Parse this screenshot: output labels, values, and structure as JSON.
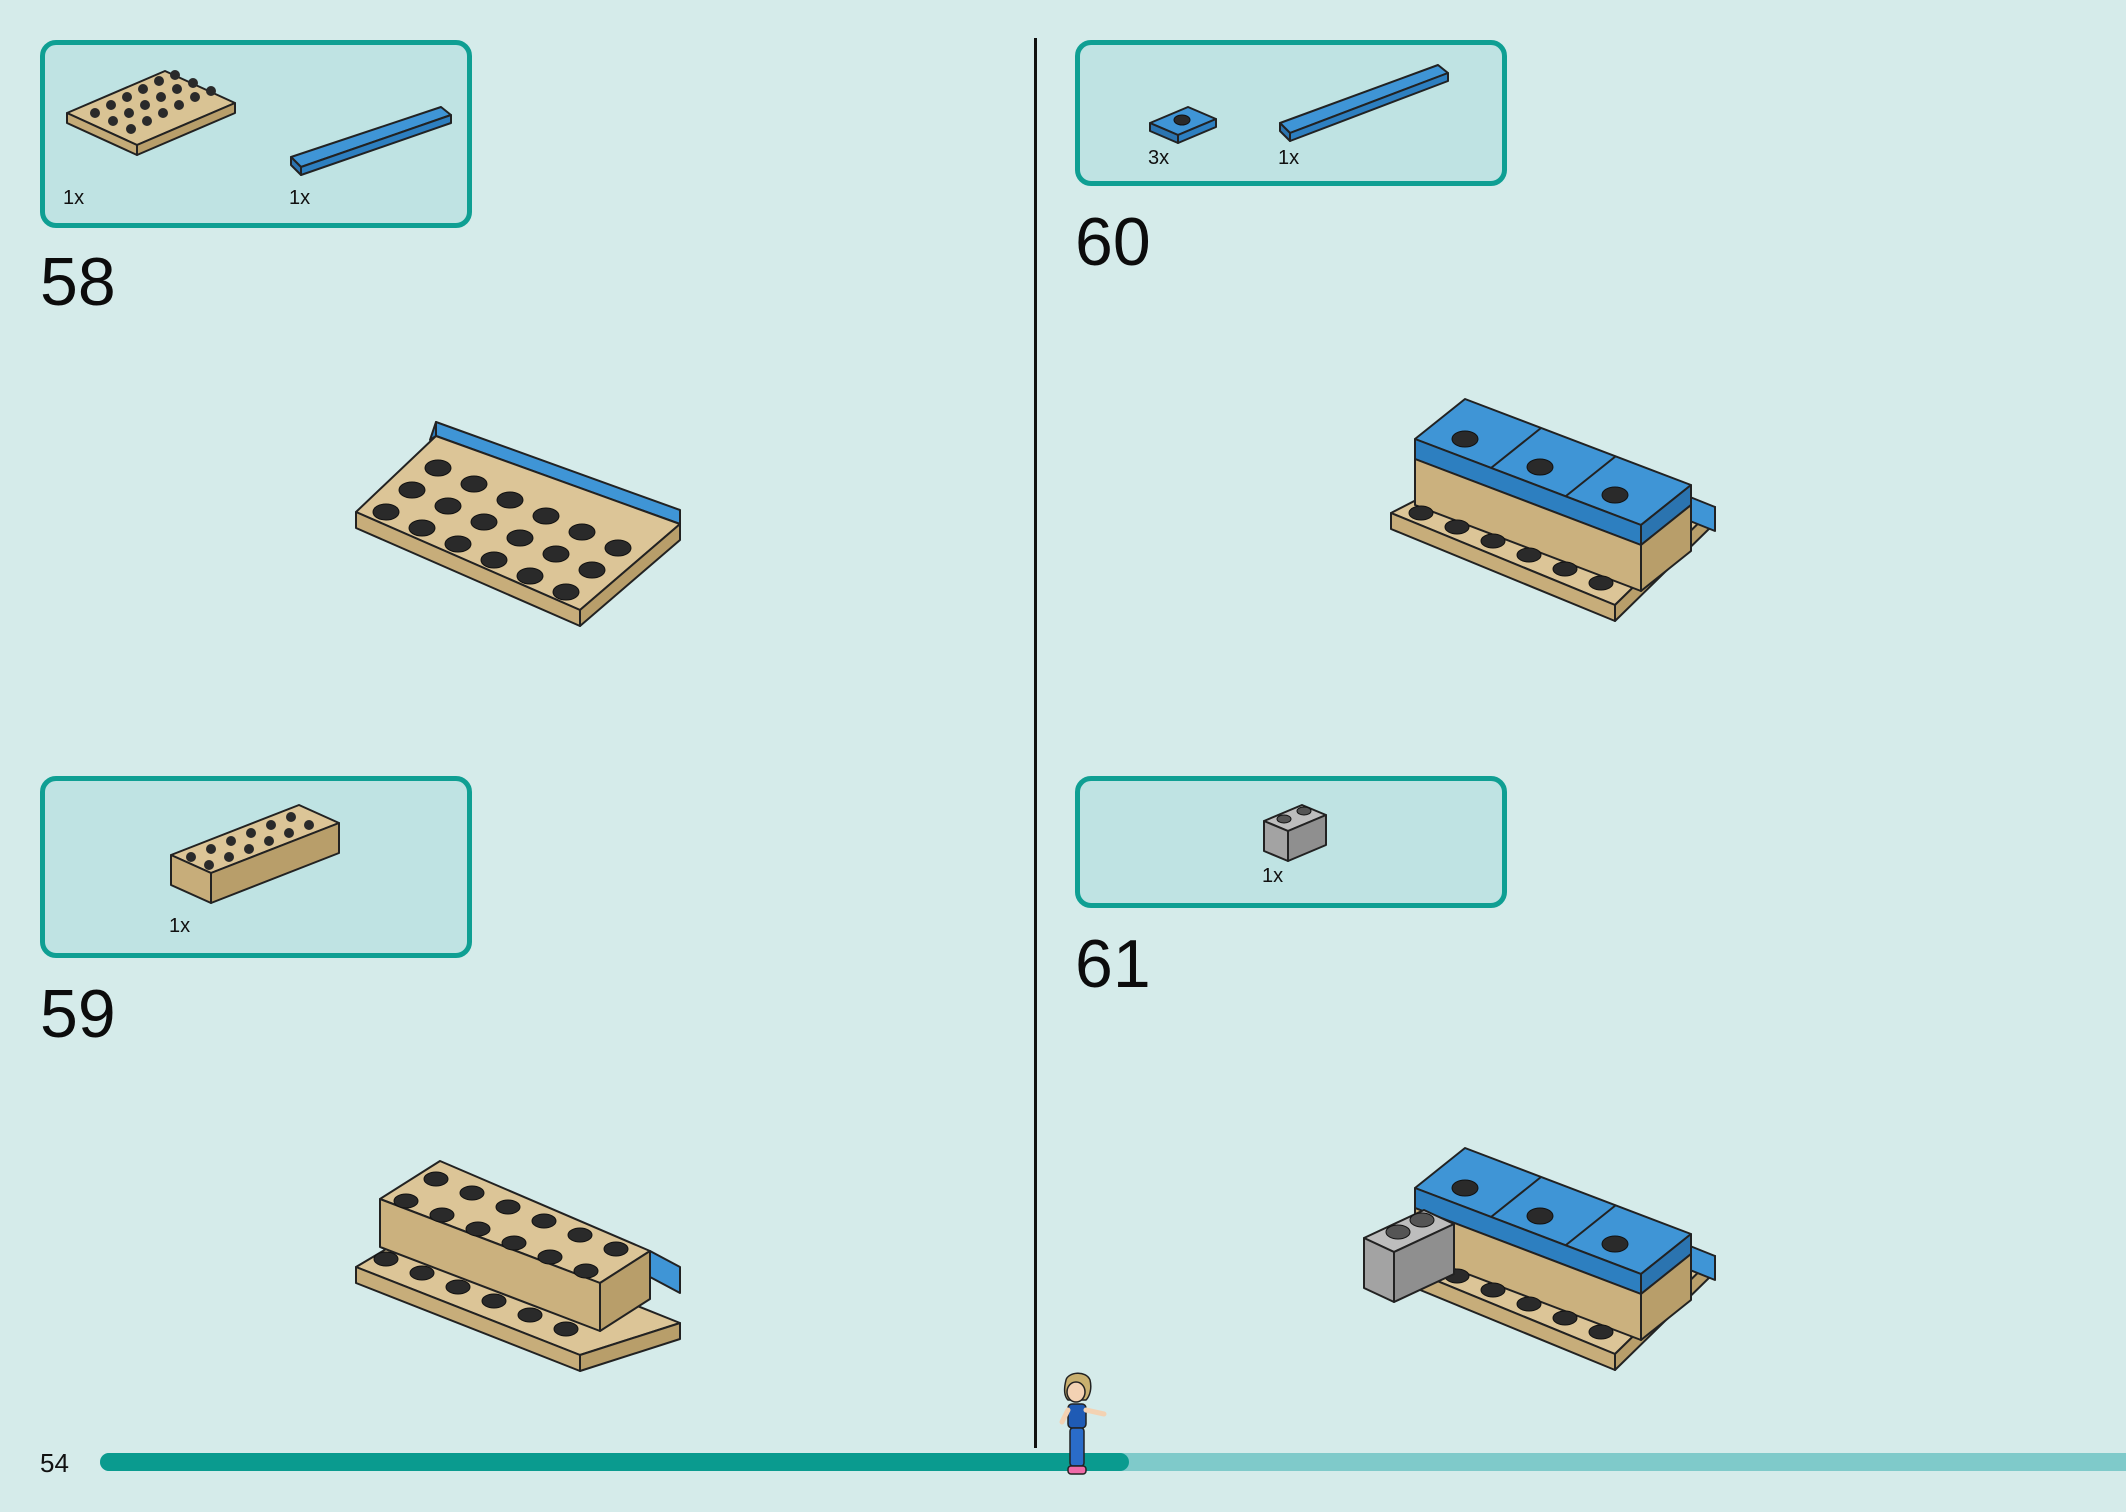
{
  "page": {
    "number": "54",
    "progress_percent": 50.8
  },
  "steps": [
    {
      "number": "58",
      "parts": [
        {
          "qty": "1x",
          "part": "tan 4x6 plate"
        },
        {
          "qty": "1x",
          "part": "blue 1x6 tile"
        }
      ]
    },
    {
      "number": "59",
      "parts": [
        {
          "qty": "1x",
          "part": "tan 2x6 brick"
        }
      ]
    },
    {
      "number": "60",
      "parts": [
        {
          "qty": "3x",
          "part": "blue 1x2 jumper plate"
        },
        {
          "qty": "1x",
          "part": "blue 1x6 tile"
        }
      ]
    },
    {
      "number": "61",
      "parts": [
        {
          "qty": "1x",
          "part": "light grey 1x2 brick"
        }
      ]
    }
  ],
  "colors": {
    "accent": "#0f9f93",
    "background": "#d5ebea",
    "tan": "#d6bf8e",
    "blue": "#3a8fd0",
    "grey": "#a9a9a9"
  }
}
